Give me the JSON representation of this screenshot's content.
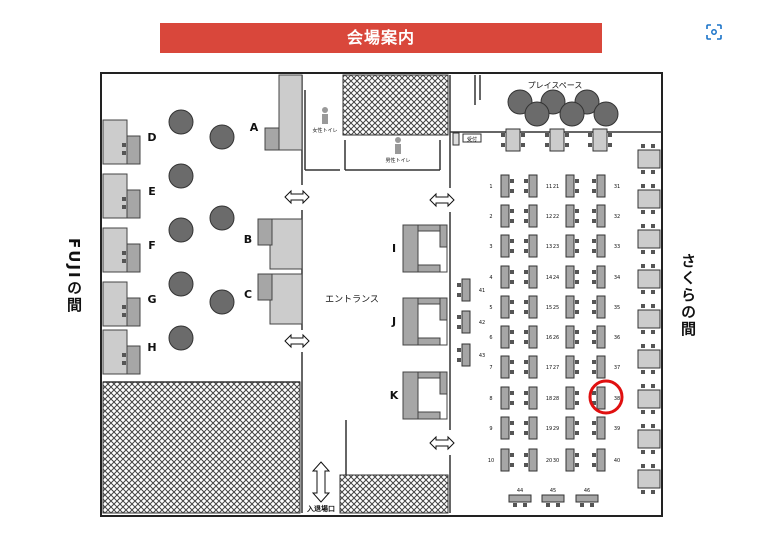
{
  "header": {
    "title": "会場案内"
  },
  "icons": {
    "scan": "scan-icon"
  },
  "rooms": {
    "fuji": "FUJIの間",
    "sakura": "さくらの間",
    "entrance": "エントランス",
    "play_space": "プレイスペース",
    "exit": "入退場口",
    "toilet_women": "女性トイレ",
    "toilet_men": "男性トイレ",
    "reception": "受付"
  },
  "booths_left": [
    "A",
    "B",
    "C",
    "D",
    "E",
    "F",
    "G",
    "H"
  ],
  "booths_mid": [
    "I",
    "J",
    "K"
  ],
  "desks": {
    "col1": [
      "1",
      "2",
      "3",
      "4",
      "5",
      "6",
      "7",
      "8",
      "9",
      "10"
    ],
    "col2": [
      "11",
      "12",
      "13",
      "14",
      "15",
      "16",
      "17",
      "18",
      "19",
      "20"
    ],
    "col3": [
      "21",
      "22",
      "23",
      "24",
      "25",
      "26",
      "27",
      "28",
      "29",
      "30"
    ],
    "col4": [
      "31",
      "32",
      "33",
      "34",
      "35",
      "36",
      "37",
      "38",
      "39",
      "40"
    ],
    "side": [
      "41",
      "42",
      "43"
    ],
    "bottom": [
      "44",
      "45",
      "46"
    ]
  },
  "highlight": {
    "desk": "38",
    "color": "#e01010"
  },
  "colors": {
    "accent": "#d9473b",
    "table": "#a6a6a6",
    "circle": "#6b6b6b"
  }
}
